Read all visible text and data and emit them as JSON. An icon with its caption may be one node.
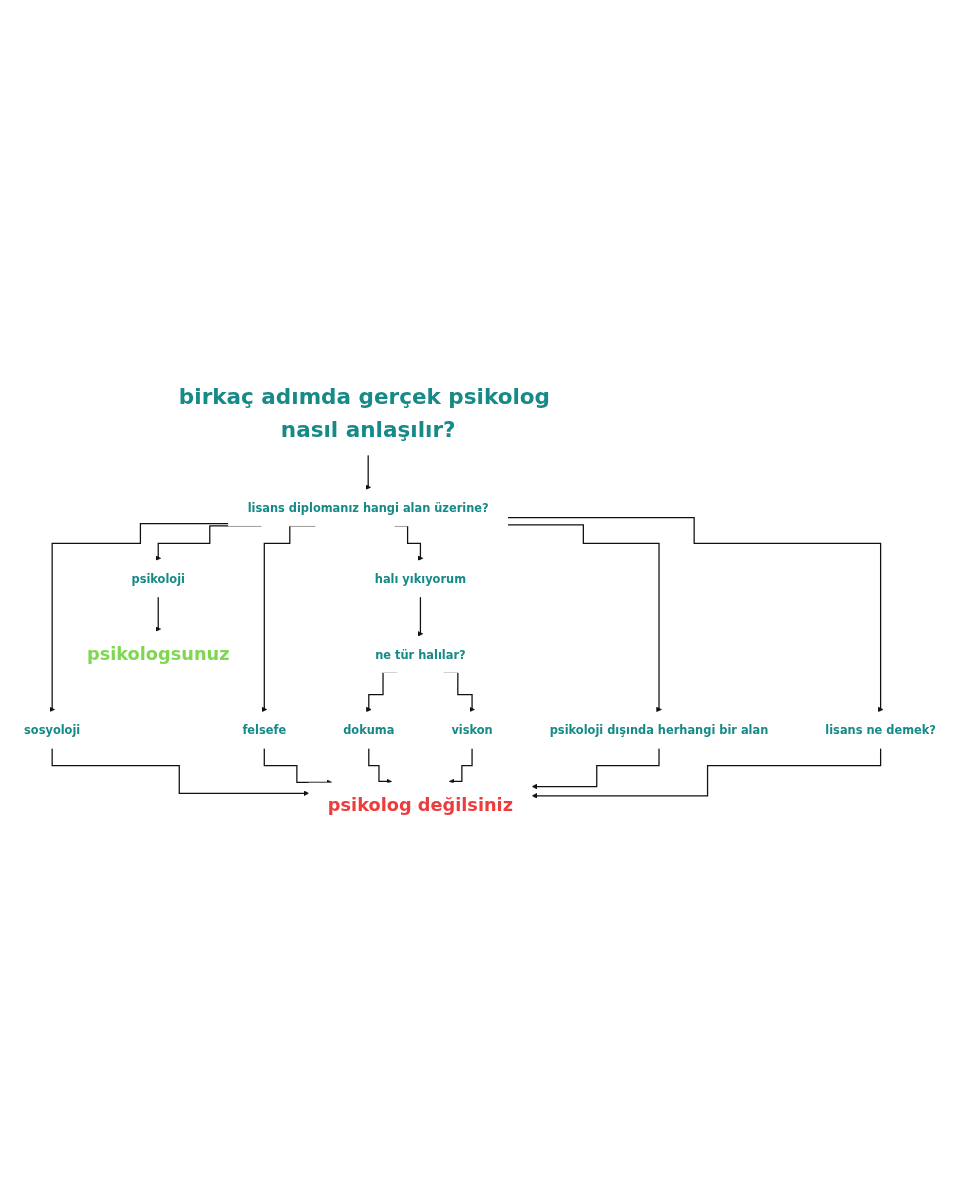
{
  "diagram": {
    "nodes": [
      {
        "text": [
          "birkaç adımda gerçek psikolog nasıl anlaşılır?"
        ]
      },
      {
        "text": [
          "lisans diplomanız hangi alan üzerine?"
        ]
      },
      {
        "text": [
          "sosyoloji"
        ]
      },
      {
        "text": [
          "felsefe"
        ]
      },
      {
        "text": [
          "halı yıkıyorum"
        ]
      },
      {
        "text": [
          "psikoloji dışında herhangi bir alan"
        ]
      },
      {
        "text": [
          "lisans ne demek?"
        ]
      },
      {
        "text": [
          "psikoloji"
        ]
      },
      {
        "text": [
          "ne tür halılar?"
        ]
      },
      {
        "text": [
          "dokuma"
        ]
      },
      {
        "text": [
          "viskon"
        ]
      },
      {
        "text": [
          "psikolog değilsiniz"
        ]
      },
      {
        "text": [
          "psikologsunuz"
        ]
      }
    ],
    "edges": [
      {
        "from": 0,
        "to": 1,
        "arrow": "to"
      },
      {
        "from": 1,
        "to": 2,
        "arrow": "to"
      },
      {
        "from": 1,
        "to": 3,
        "arrow": "to"
      },
      {
        "from": 1,
        "to": 4,
        "arrow": "to"
      },
      {
        "from": 1,
        "to": 5,
        "arrow": "to"
      },
      {
        "from": 1,
        "to": 6,
        "arrow": "to"
      },
      {
        "from": 1,
        "to": 7,
        "arrow": "to"
      },
      {
        "from": 2,
        "to": 11,
        "arrow": "to"
      },
      {
        "from": 3,
        "to": 11,
        "arrow": "to"
      },
      {
        "from": 4,
        "to": 8,
        "arrow": "to"
      },
      {
        "from": 8,
        "to": 9,
        "arrow": "to"
      },
      {
        "from": 8,
        "to": 10,
        "arrow": "to"
      },
      {
        "from": 9,
        "to": 11,
        "arrow": "to"
      },
      {
        "from": 10,
        "to": 11,
        "arrow": "to"
      },
      {
        "from": 5,
        "to": 11,
        "arrow": "to"
      },
      {
        "from": 6,
        "to": 11,
        "arrow": "to"
      },
      {
        "from": 7,
        "to": 12,
        "arrow": "to"
      }
    ]
  }
}
